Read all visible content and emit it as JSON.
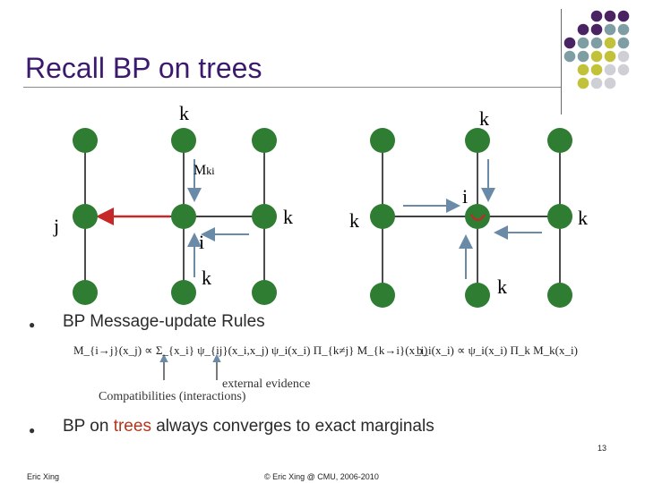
{
  "slide": {
    "title": "Recall BP on trees",
    "page_number": "13",
    "footer_left": "Eric Xing",
    "footer_center": "© Eric Xing @ CMU, 2006-2010"
  },
  "diagram": {
    "left": {
      "label_k_top": "k",
      "label_mki_m": "M",
      "label_mki_sub": "ki",
      "label_j": "j",
      "label_i": "i",
      "label_k_right": "k",
      "label_k_bottom": "k"
    },
    "right": {
      "label_k_top": "k",
      "label_k_left": "k",
      "label_i": "i",
      "label_k_right": "k",
      "label_k_bottom": "k"
    }
  },
  "bullets": [
    {
      "text": "BP Message-update Rules",
      "equation_left": "M_{i→j}(x_j) ∝ Σ_{x_i} ψ_{ij}(x_i,x_j) ψ_i(x_i) Π_{k≠j} M_{k→i}(x_i)",
      "equation_right": "b_i(x_i) ∝ ψ_i(x_i) Π_k M_k(x_i)",
      "annotation_external": "external evidence",
      "annotation_compat": "Compatibilities (interactions)"
    },
    {
      "text_before": "BP on ",
      "text_highlight": "trees",
      "text_after": " always converges to exact marginals"
    }
  ],
  "colors": {
    "node": "#2e7d32",
    "title": "#3b1a6e",
    "red_arrow": "#c62828",
    "blue_arrow": "#6a8aa8",
    "highlight": "#b5341a",
    "dots_purple": "#4a2363",
    "dots_teal": "#7f9ea3",
    "dots_olive": "#c2c23a",
    "dots_gray": "#cfd0d6"
  }
}
